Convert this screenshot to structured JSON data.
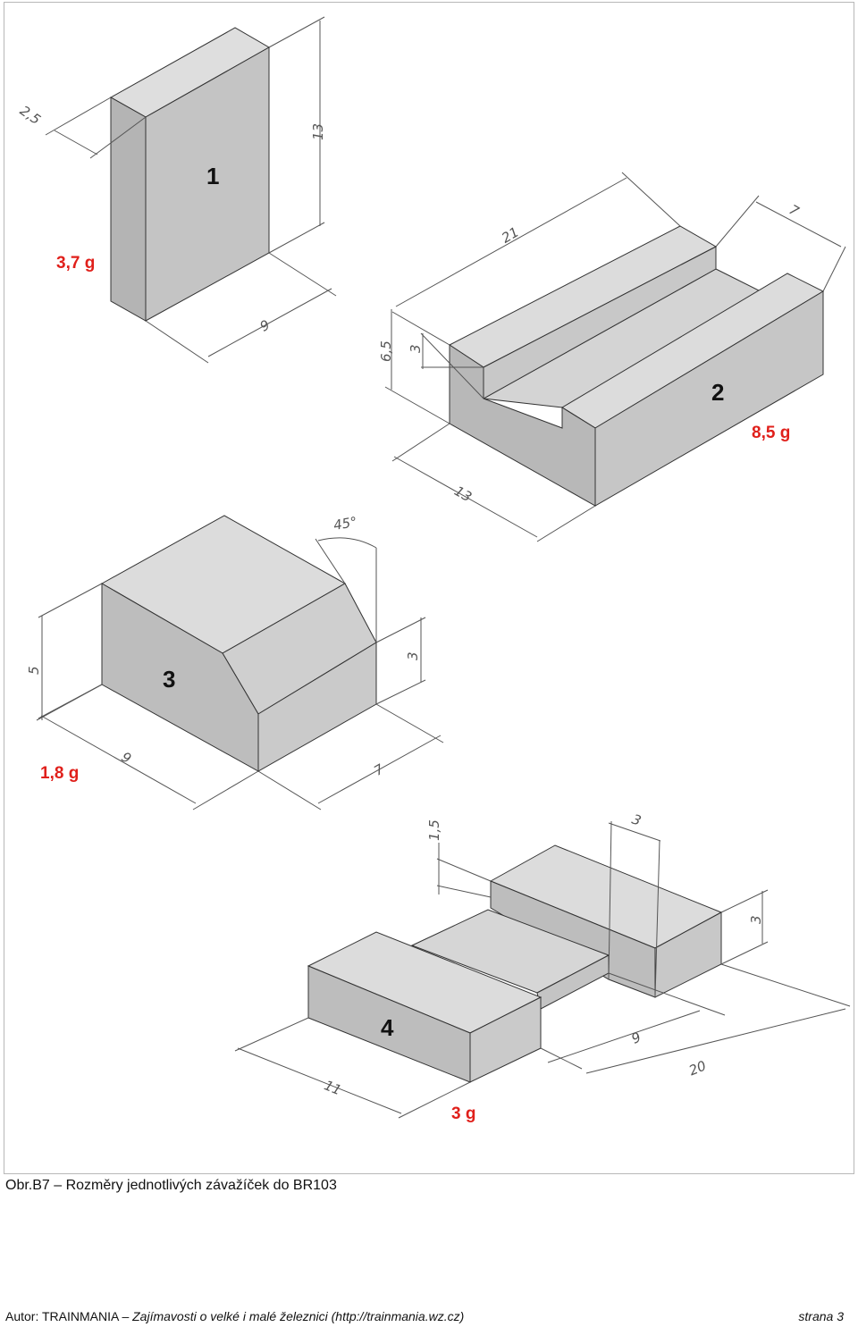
{
  "blocks": [
    {
      "number": "1",
      "weight": "3,7 g",
      "dimensions": [
        "2,5",
        "13",
        "9"
      ]
    },
    {
      "number": "2",
      "weight": "8,5 g",
      "dimensions": [
        "21",
        "7",
        "6,5",
        "3",
        "13"
      ]
    },
    {
      "number": "3",
      "weight": "1,8 g",
      "dimensions": [
        "45°",
        "5",
        "3",
        "9",
        "7"
      ]
    },
    {
      "number": "4",
      "weight": "3 g",
      "dimensions": [
        "1,5",
        "3",
        "3",
        "9",
        "20",
        "11"
      ]
    }
  ],
  "caption": "Obr.B7 – Rozměry jednotlivých závažíček do BR103",
  "footer": {
    "author_prefix": "Autor: TRAINMANIA –",
    "author_rest": "Zajímavosti o velké i malé železnici (http://trainmania.wz.cz)",
    "page": "strana 3"
  },
  "colors": {
    "weight_text": "#e0201b",
    "face_top": "#dcdcdc",
    "face_front": "#c4c4c4",
    "face_side": "#b2b2b2"
  }
}
